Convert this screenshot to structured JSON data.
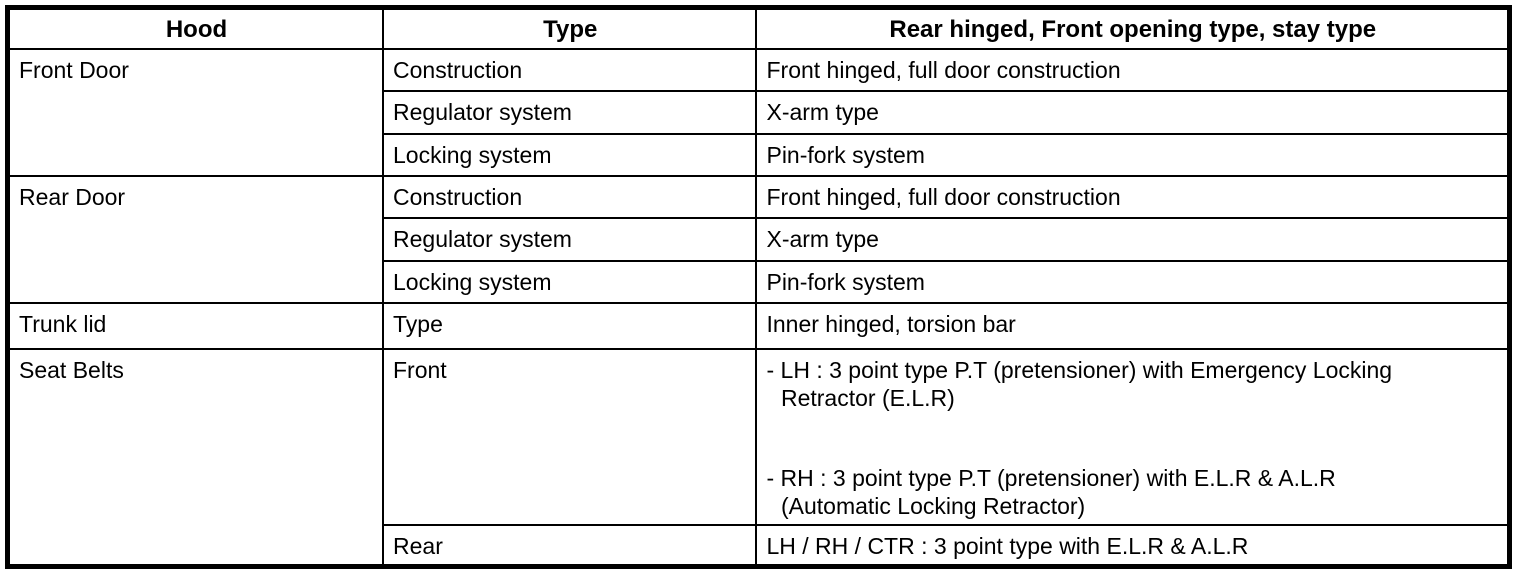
{
  "table": {
    "header": {
      "hood": "Hood",
      "type": "Type",
      "spec": "Rear hinged, Front opening type, stay type"
    },
    "front_door": {
      "label": "Front Door",
      "rows": [
        {
          "type": "Construction",
          "value": "Front hinged, full door construction"
        },
        {
          "type": "Regulator system",
          "value": "X-arm type"
        },
        {
          "type": "Locking system",
          "value": "Pin-fork system"
        }
      ]
    },
    "rear_door": {
      "label": "Rear Door",
      "rows": [
        {
          "type": "Construction",
          "value": "Front hinged, full door construction"
        },
        {
          "type": "Regulator system",
          "value": "X-arm type"
        },
        {
          "type": "Locking system",
          "value": "Pin-fork system"
        }
      ]
    },
    "trunk_lid": {
      "label": "Trunk lid",
      "type": "Type",
      "value": "Inner hinged, torsion bar"
    },
    "seat_belts": {
      "label": "Seat Belts",
      "front": {
        "type": "Front",
        "entries": [
          "- LH : 3 point type P.T (pretensioner) with Emergency Locking Retractor (E.L.R)",
          "- RH : 3 point type P.T (pretensioner) with E.L.R & A.L.R (Automatic Locking Retractor)"
        ]
      },
      "rear": {
        "type": "Rear",
        "value": "LH / RH / CTR : 3 point type with E.L.R & A.L.R"
      }
    },
    "colors": {
      "border": "#000000",
      "text": "#000000",
      "background": "#ffffff"
    }
  }
}
